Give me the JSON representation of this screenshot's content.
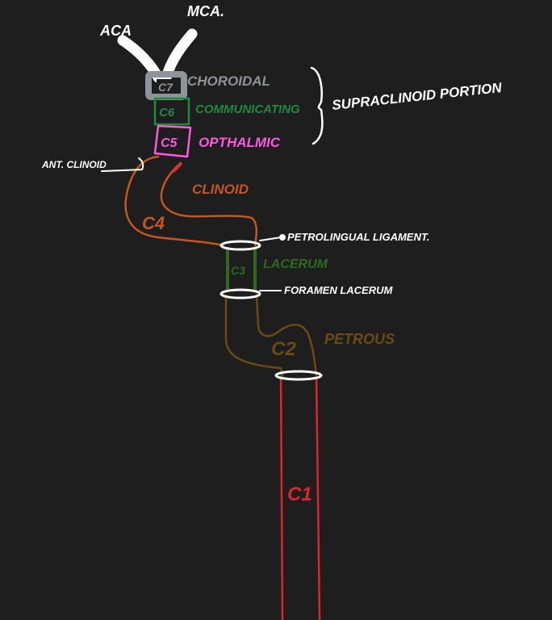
{
  "colors": {
    "background": "#1e1e1e",
    "white": "#ffffff",
    "grey": "#8e949a",
    "green_c6": "#1f8a3e",
    "magenta_c5": "#ff58e0",
    "orange_c4": "#c7561e",
    "dark_green_c3": "#2f6a1c",
    "brown_c2": "#6b4b12",
    "red_c1": "#e0242e"
  },
  "branches": {
    "aca": "ACA",
    "mca": "MCA."
  },
  "segments": {
    "c7": {
      "code": "C7",
      "name": "CHOROIDAL"
    },
    "c6": {
      "code": "C6",
      "name": "COMMUNICATING"
    },
    "c5": {
      "code": "C5",
      "name": "OPTHALMIC"
    },
    "c4": {
      "code": "C4",
      "name": "CLINOID"
    },
    "c3": {
      "code": "C3",
      "name": "LACERUM"
    },
    "c2": {
      "code": "C2",
      "name": "PETROUS"
    },
    "c1": {
      "code": "C1",
      "name": ""
    }
  },
  "landmarks": {
    "ant_clinoid": "ANT. CLINOID",
    "petrolingual": "PETROLINGUAL LIGAMENT.",
    "foramen_lacerum": "FORAMEN LACERUM"
  },
  "group_label": "SUPRACLINOID PORTION"
}
